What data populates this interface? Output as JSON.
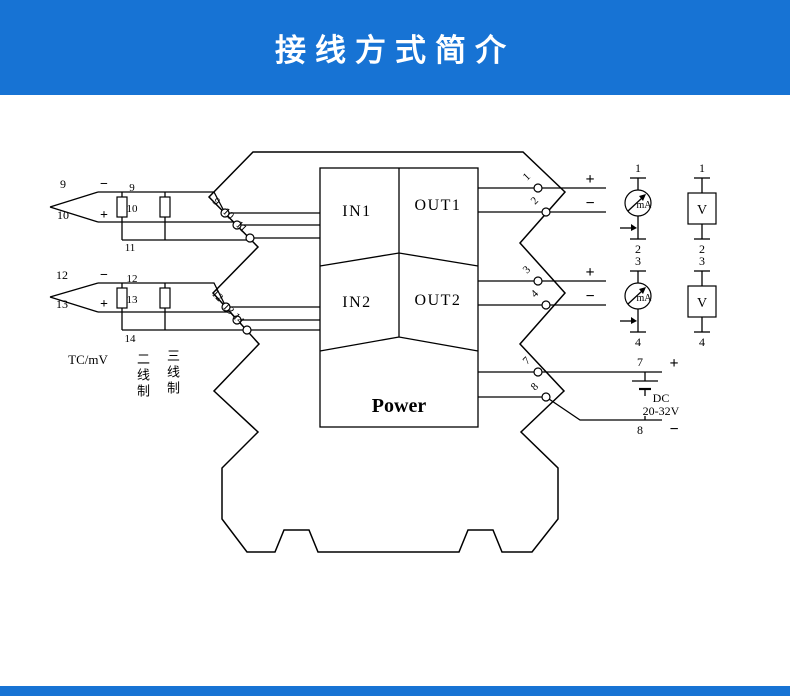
{
  "header": {
    "title": "接线方式简介"
  },
  "colors": {
    "accent": "#1773d4"
  },
  "diagram": {
    "blocks": {
      "in1": "IN1",
      "out1": "OUT1",
      "in2": "IN2",
      "out2": "OUT2",
      "power": "Power"
    },
    "input_labels": {
      "tc": "TC/mV",
      "two_wire": "二线制",
      "three_wire": "三线制"
    },
    "terminals": {
      "t1": "1",
      "t2": "2",
      "t3": "3",
      "t4": "4",
      "t7": "7",
      "t8": "8",
      "t9": "9",
      "t10": "10",
      "t11": "11",
      "t12": "12",
      "t13": "13",
      "t14": "14"
    },
    "signs": {
      "plus": "+",
      "minus": "−"
    },
    "meters": {
      "ma": "mA",
      "v": "V"
    },
    "supply": {
      "dc_line1": "DC",
      "dc_line2": "20-32V"
    }
  }
}
